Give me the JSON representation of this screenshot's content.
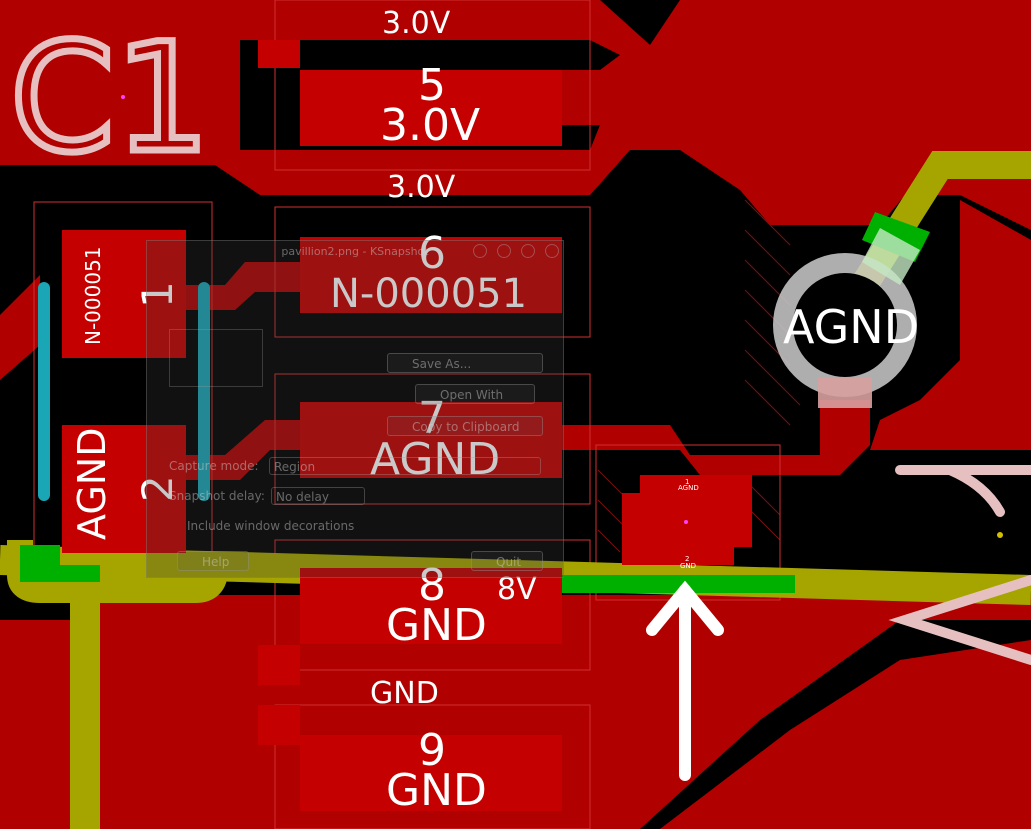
{
  "pcb": {
    "component_ref": "C1",
    "colors": {
      "background": "#000000",
      "copper": "#b10000",
      "pad": "#c40000",
      "yellow_trace": "#a6a500",
      "green_via": "#00b000",
      "cyan_outline": "#1aa6b5",
      "silkscreen": "#e6c0c0",
      "label": "#ffffff"
    },
    "net_label_top": "3.0V",
    "net_label_mid": "3.0V",
    "pads": [
      {
        "number": "5",
        "net": "3.0V"
      },
      {
        "number": "6",
        "net": "N-000051"
      },
      {
        "number": "7",
        "net": "AGND"
      },
      {
        "number": "8",
        "net": "GND"
      },
      {
        "number": "9",
        "net": "GND"
      }
    ],
    "c1_pad1": {
      "number": "1",
      "net": "N-000051"
    },
    "c1_pad2": {
      "number": "2",
      "net": "AGND"
    },
    "via_label": "AGND",
    "trace_label_8v": "8V",
    "trace_label_gnd": "GND",
    "small_part": {
      "pin1_num": "1",
      "pin1_net": "AGND",
      "pin2_num": "2",
      "pin2_net": "GND"
    }
  },
  "ghost_window": {
    "title": "pavillion2.png - KSnapshot",
    "save_as": "Save As...",
    "open_with": "Open With",
    "copy_clipboard": "Copy to Clipboard",
    "capture_mode_label": "Capture mode:",
    "capture_mode_value": "Region",
    "snapshot_delay_label": "Snapshot delay:",
    "snapshot_delay_value": "No delay",
    "include_decorations": "Include window decorations",
    "help": "Help",
    "quit": "Quit"
  }
}
